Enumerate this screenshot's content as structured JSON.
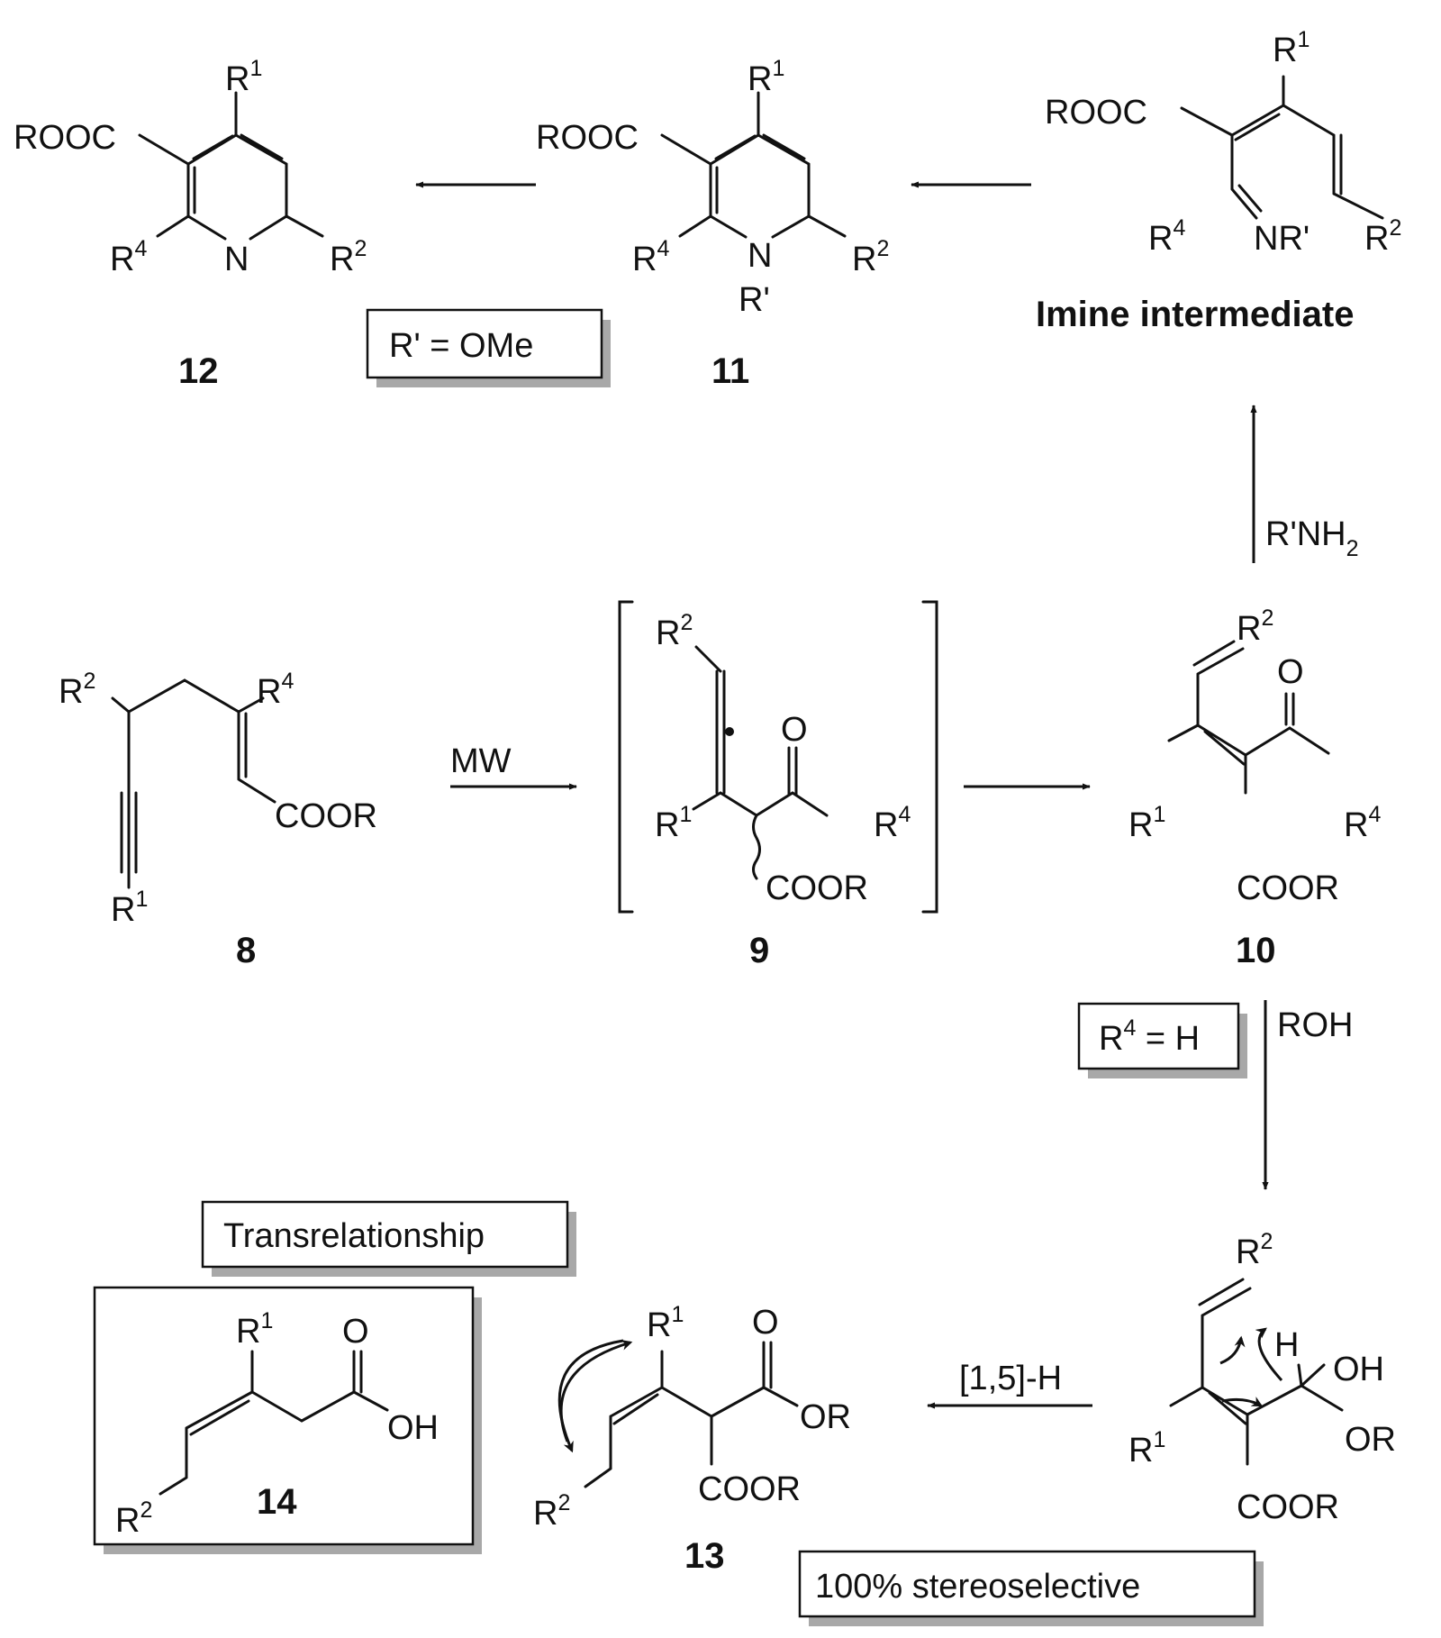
{
  "compounds": {
    "c12": {
      "number": "12",
      "ester": "ROOC",
      "r1": "R",
      "r1_sup": "1",
      "r2": "R",
      "r2_sup": "2",
      "r4": "R",
      "r4_sup": "4",
      "n": "N"
    },
    "c11": {
      "number": "11",
      "ester": "ROOC",
      "r1": "R",
      "r1_sup": "1",
      "r2": "R",
      "r2_sup": "2",
      "r4": "R",
      "r4_sup": "4",
      "n": "N",
      "n_sub": "R'"
    },
    "imine": {
      "caption": "Imine intermediate",
      "ester": "ROOC",
      "r1": "R",
      "r1_sup": "1",
      "r2": "R",
      "r2_sup": "2",
      "r4": "R",
      "r4_sup": "4",
      "nr": "NR'"
    },
    "c8": {
      "number": "8",
      "r1": "R",
      "r1_sup": "1",
      "r2": "R",
      "r2_sup": "2",
      "r4": "R",
      "r4_sup": "4",
      "ester": "COOR"
    },
    "c9": {
      "number": "9",
      "r1": "R",
      "r1_sup": "1",
      "r2": "R",
      "r2_sup": "2",
      "r4": "R",
      "r4_sup": "4",
      "o": "O",
      "ester": "COOR"
    },
    "c10": {
      "number": "10",
      "r1": "R",
      "r1_sup": "1",
      "r2": "R",
      "r2_sup": "2",
      "r4": "R",
      "r4_sup": "4",
      "o": "O",
      "ester": "COOR"
    },
    "hemiacetal": {
      "r1": "R",
      "r1_sup": "1",
      "r2": "R",
      "r2_sup": "2",
      "h": "H",
      "oh": "OH",
      "or": "OR",
      "ester": "COOR"
    },
    "c13": {
      "number": "13",
      "r1": "R",
      "r1_sup": "1",
      "r2": "R",
      "r2_sup": "2",
      "o": "O",
      "or": "OR",
      "ester": "COOR"
    },
    "c14": {
      "number": "14",
      "r1": "R",
      "r1_sup": "1",
      "r2": "R",
      "r2_sup": "2",
      "o": "O",
      "oh": "OH"
    }
  },
  "conditions": {
    "mw": "MW",
    "amine": "R'NH",
    "amine_sub": "2",
    "roh": "ROH",
    "shift": "[1,5]-H"
  },
  "boxes": {
    "r_prime": "R' = OMe",
    "r4_h_pre": "R",
    "r4_h_sup": "4",
    "r4_h_post": " = H",
    "trans": "Transrelationship",
    "stereo": "100% stereoselective"
  }
}
